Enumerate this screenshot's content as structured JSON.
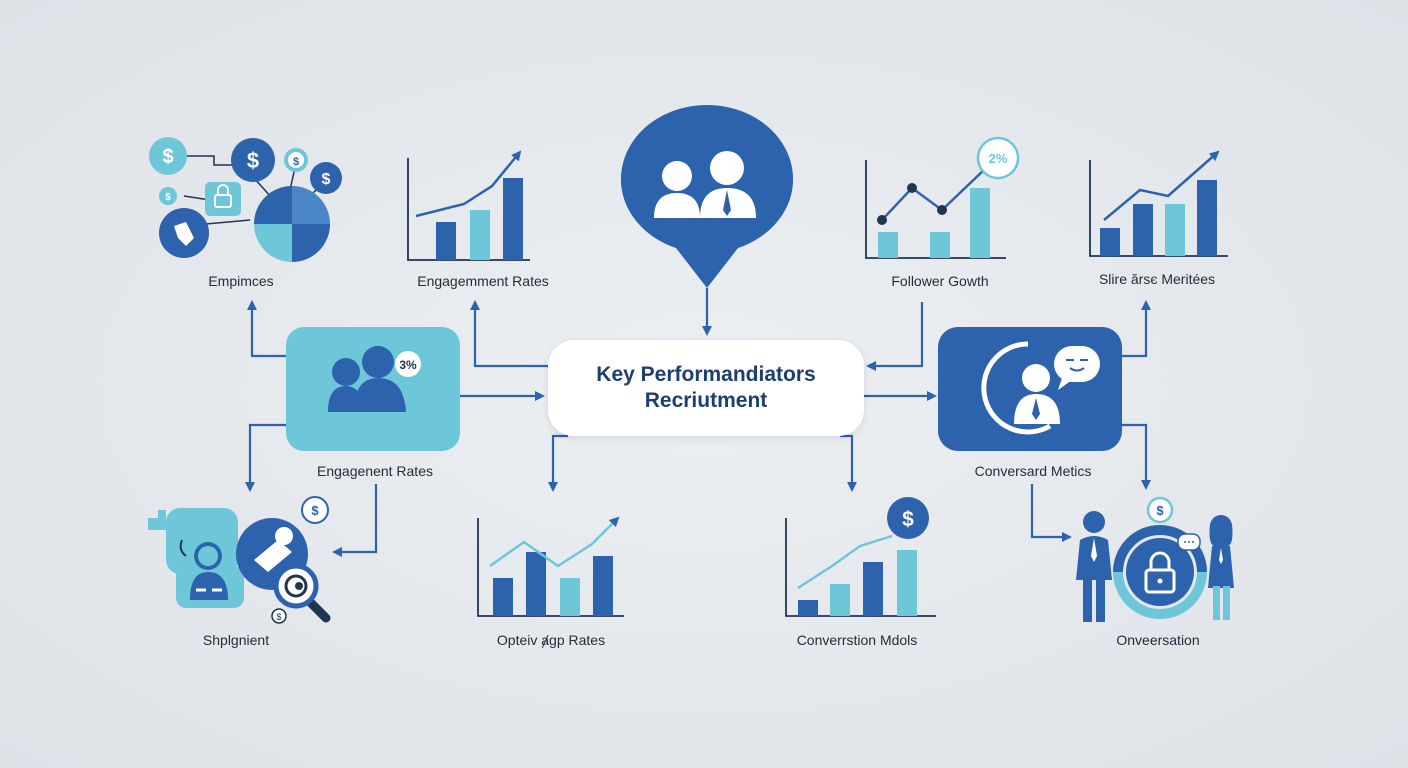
{
  "center": {
    "line1": "Key Performandiators",
    "line2": "Recriutment",
    "percent_badge": "%"
  },
  "labels": {
    "empimces": "Empimces",
    "engagement_top": "Engagemment Rates",
    "follower_growth": "Follower Gowth",
    "share_metrics": "Slire ărsє Meritées",
    "engagement_mid": "Engagenent Rates",
    "conversation_metrics": "Conversard Metics",
    "shplignient": "Shplgnient",
    "opteiv_rates": "Opteiv ⱥgp Rates",
    "conversion_mdols": "Converrstion Mdols",
    "onversation": "Onveersation"
  },
  "badges": {
    "pct_left": "3%",
    "pct_follower": "2%",
    "dollar": "$"
  },
  "colors": {
    "dark_blue": "#2d62ad",
    "light_blue": "#6ec6d9",
    "arrow": "#2d62ad",
    "text": "#1f2b3a",
    "background": "#e4e8ec"
  }
}
